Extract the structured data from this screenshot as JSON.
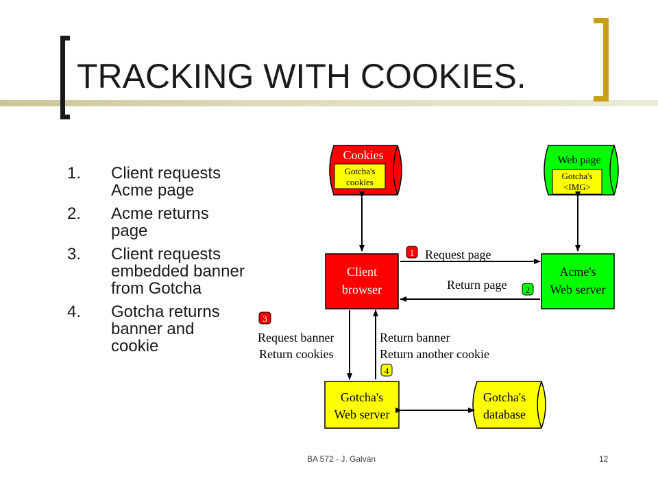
{
  "title": "TRACKING WITH COOKIES.",
  "steps": [
    {
      "num": "1.",
      "text": "Client requests Acme page"
    },
    {
      "num": "2.",
      "text": "Acme returns page"
    },
    {
      "num": "3.",
      "text": "Client requests embedded banner from Gotcha"
    },
    {
      "num": "4.",
      "text": "Gotcha returns banner and cookie"
    }
  ],
  "diagram": {
    "cookies_title": "Cookies",
    "gotchas_cookies_line1": "Gotcha's",
    "gotchas_cookies_line2": "cookies",
    "webpage_title": "Web page",
    "webpage_inner_line1": "Gotcha's",
    "webpage_inner_line2": "<IMG>",
    "client_line1": "Client",
    "client_line2": "browser",
    "acme_line1": "Acme's",
    "acme_line2": "Web server",
    "gotcha_server_line1": "Gotcha's",
    "gotcha_server_line2": "Web server",
    "gotcha_db_line1": "Gotcha's",
    "gotcha_db_line2": "database",
    "request_page": "Request page",
    "return_page": "Return page",
    "request_banner": "Request banner",
    "return_cookies": "Return cookies",
    "return_banner": "Return banner",
    "return_another_cookie": "Return another cookie",
    "badge1": "1",
    "badge2": "2",
    "badge3": "3",
    "badge4": "4"
  },
  "colors": {
    "red": "#ff0000",
    "green": "#00ff00",
    "yellow": "#ffff00",
    "gold": "#c8a018"
  },
  "footer": {
    "left": "BA 572 - J. Galván",
    "right": "12"
  }
}
